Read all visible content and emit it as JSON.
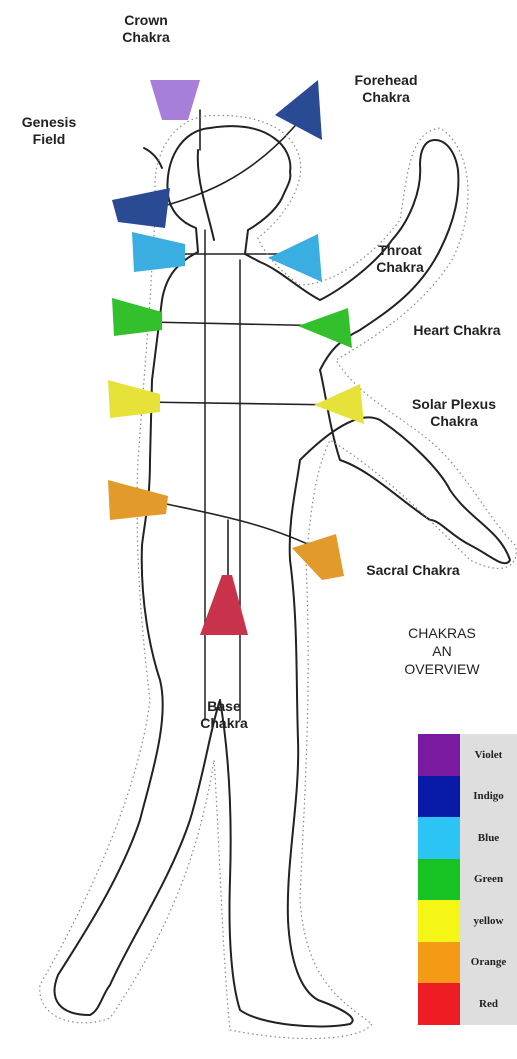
{
  "labels": {
    "crown": [
      "Crown",
      "Chakra"
    ],
    "forehead": [
      "Forehead",
      "Chakra"
    ],
    "genesis": [
      "Genesis",
      "Field"
    ],
    "throat": [
      "Throat",
      "Chakra"
    ],
    "heart": [
      "Heart Chakra"
    ],
    "solar": [
      "Solar Plexus",
      "Chakra"
    ],
    "sacral": [
      "Sacral Chakra"
    ],
    "base": [
      "Base",
      "Chakra"
    ]
  },
  "overview": [
    "CHAKRAS",
    "AN",
    "OVERVIEW"
  ],
  "legend": [
    {
      "name": "Violet",
      "color": "#7a1aa0"
    },
    {
      "name": "Indigo",
      "color": "#0a1aa8"
    },
    {
      "name": "Blue",
      "color": "#2cc4f2"
    },
    {
      "name": "Green",
      "color": "#17c322"
    },
    {
      "name": "yellow",
      "color": "#f6f616"
    },
    {
      "name": "Orange",
      "color": "#f59a14"
    },
    {
      "name": "Red",
      "color": "#ee1d23"
    }
  ],
  "chakra_colors": {
    "crown": "#a77fd8",
    "forehead": "#2a4a94",
    "genesis": "#2a4a94",
    "throat": "#3aaee0",
    "heart": "#33c02c",
    "solar": "#e6e23a",
    "sacral": "#e29a2a",
    "base": "#c8324a"
  }
}
